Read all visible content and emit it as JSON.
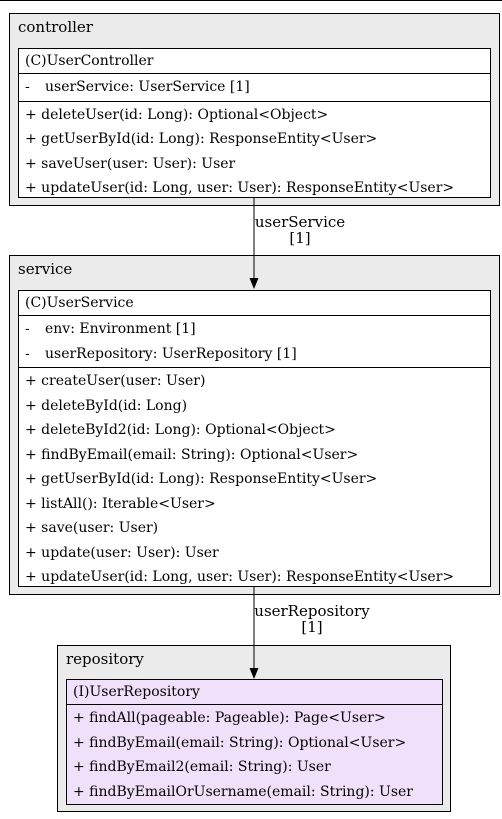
{
  "packages": {
    "controller": {
      "title": "controller",
      "class": {
        "name": "(C)UserController",
        "attributes": [
          {
            "vis": "-",
            "text": "userService: UserService [1]"
          }
        ],
        "methods": [
          "+ deleteUser(id: Long): Optional<Object>",
          "+ getUserById(id: Long): ResponseEntity<User>",
          "+ saveUser(user: User): User",
          "+ updateUser(id: Long, user: User): ResponseEntity<User>"
        ]
      }
    },
    "service": {
      "title": "service",
      "class": {
        "name": "(C)UserService",
        "attributes": [
          {
            "vis": "-",
            "text": "env: Environment [1]"
          },
          {
            "vis": "-",
            "text": "userRepository: UserRepository [1]"
          }
        ],
        "methods": [
          "+ createUser(user: User)",
          "+ deleteById(id: Long)",
          "+ deleteById2(id: Long): Optional<Object>",
          "+ findByEmail(email: String): Optional<User>",
          "+ getUserById(id: Long): ResponseEntity<User>",
          "+ listAll(): Iterable<User>",
          "+ save(user: User)",
          "+ update(user: User): User",
          "+ updateUser(id: Long, user: User): ResponseEntity<User>"
        ]
      }
    },
    "repository": {
      "title": "repository",
      "class": {
        "name": "(I)UserRepository",
        "methods": [
          "+ findAll(pageable: Pageable): Page<User>",
          "+ findByEmail(email: String): Optional<User>",
          "+ findByEmail2(email: String): User",
          "+ findByEmailOrUsername(email: String): User"
        ]
      }
    }
  },
  "edges": {
    "controller_to_service": {
      "role": "userService",
      "multiplicity": "[1]"
    },
    "service_to_repository": {
      "role": "userRepository",
      "multiplicity": "[1]"
    }
  },
  "colors": {
    "package_fill": "#ebebeb",
    "class_fill": "#ffffff",
    "interface_fill": "#f0e0fa",
    "line": "#000000"
  }
}
